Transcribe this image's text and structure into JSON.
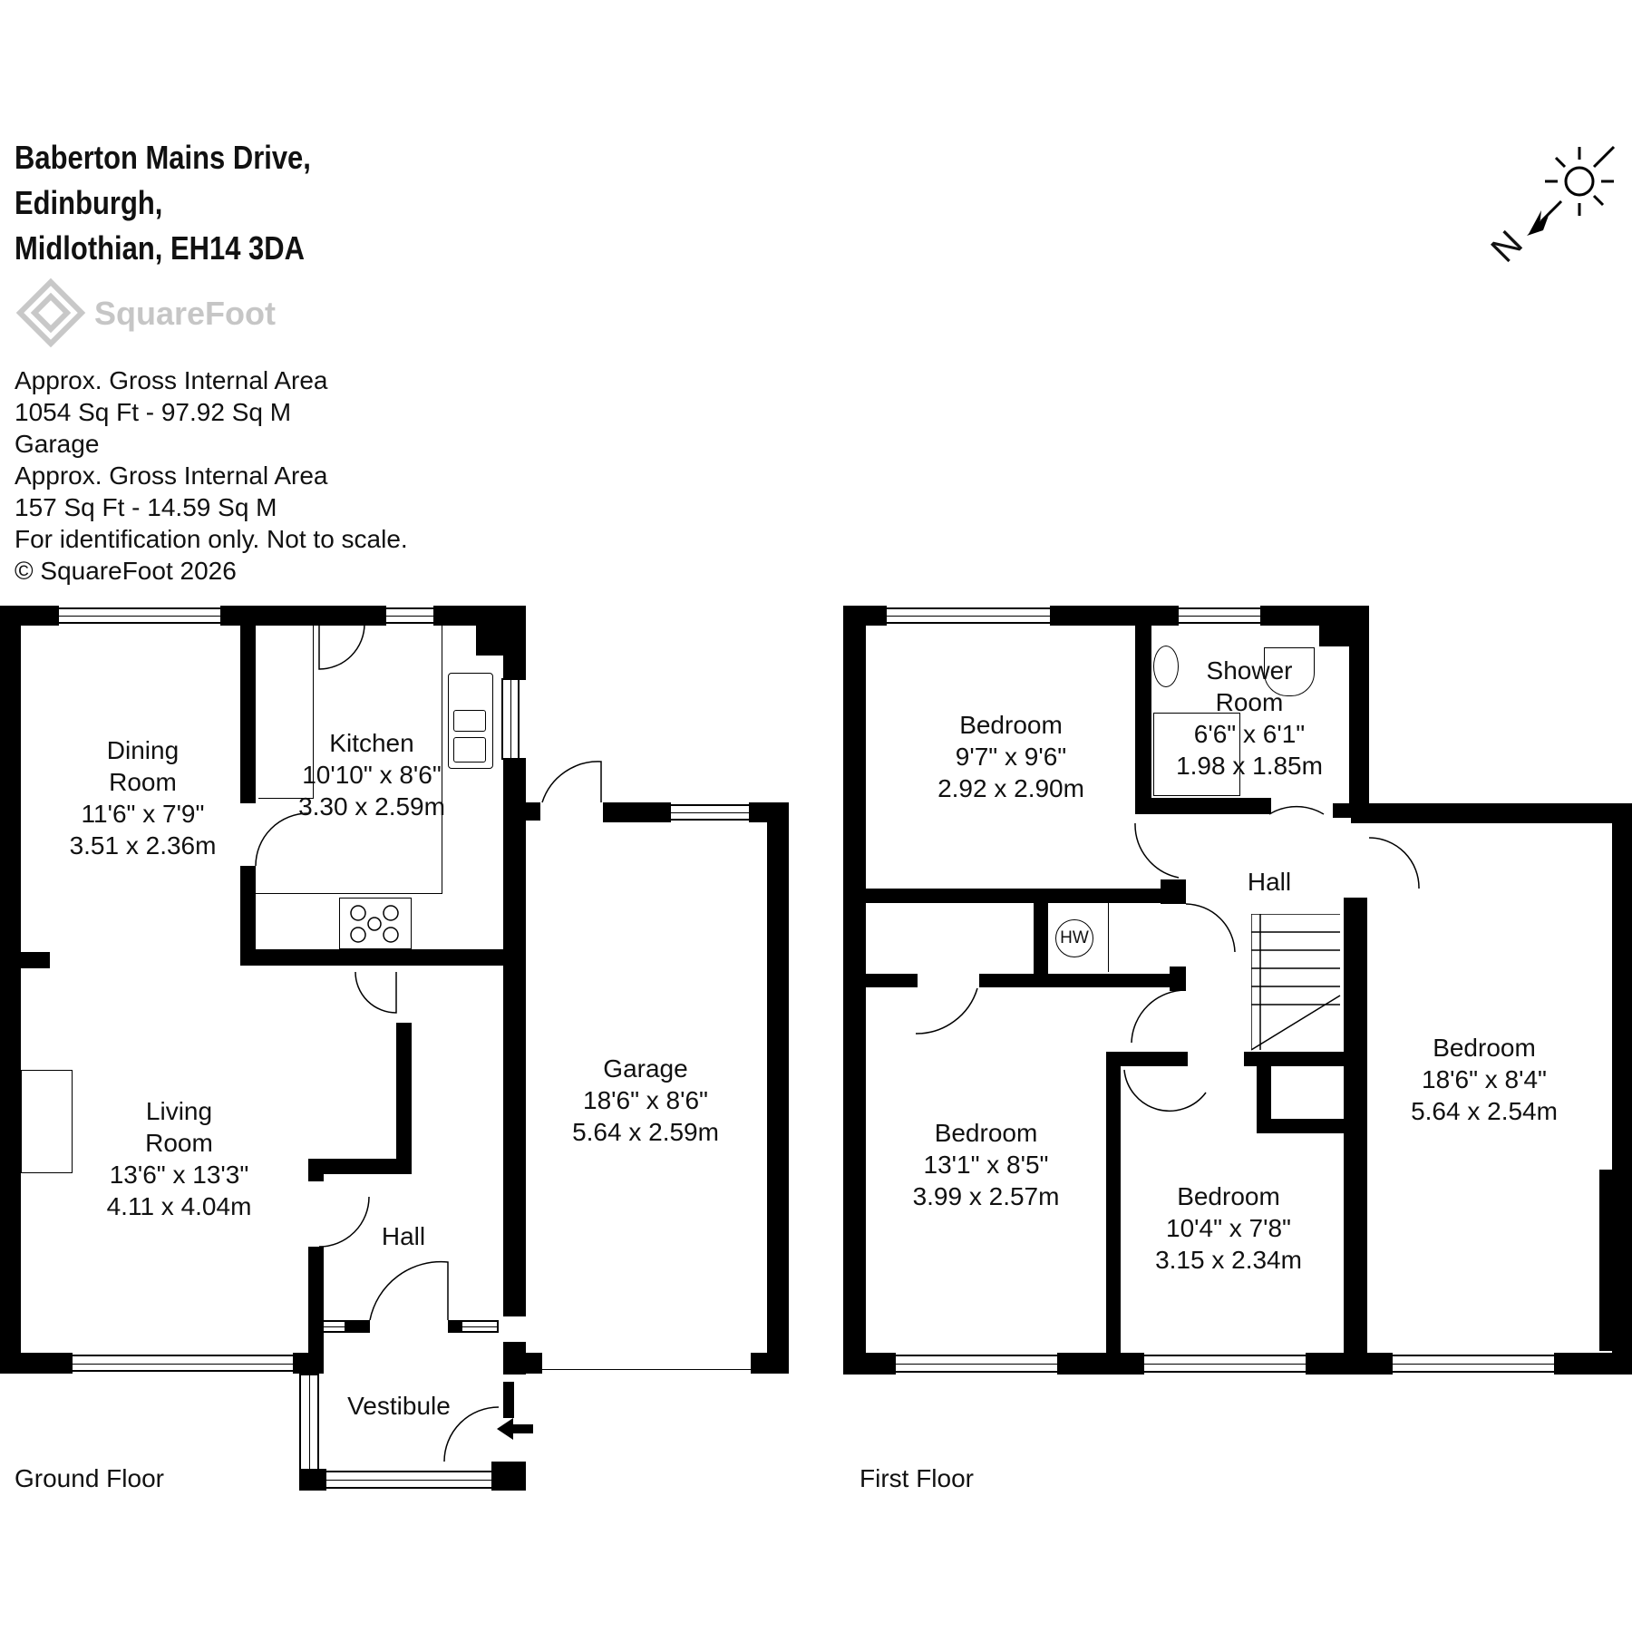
{
  "header": {
    "address_line1": "Baberton Mains Drive,",
    "address_line2": "Edinburgh,",
    "address_line3": "Midlothian, EH14 3DA"
  },
  "logo": {
    "text": "SquareFoot",
    "icon": "squarefoot-logo-icon"
  },
  "info": [
    "Approx. Gross Internal Area",
    "1054 Sq Ft  -  97.92 Sq M",
    "Garage",
    "Approx. Gross Internal Area",
    "157 Sq Ft  -  14.59 Sq M",
    "For identification only. Not to scale.",
    "© SquareFoot 2026"
  ],
  "compass": {
    "label": "N",
    "icon": "sun-north-compass-icon"
  },
  "ground_floor": {
    "label": "Ground Floor",
    "rooms": {
      "dining": {
        "name1": "Dining",
        "name2": "Room",
        "imperial": "11'6\" x 7'9\"",
        "metric": "3.51 x 2.36m"
      },
      "kitchen": {
        "name1": "Kitchen",
        "imperial": "10'10\" x 8'6\"",
        "metric": "3.30 x 2.59m"
      },
      "living": {
        "name1": "Living",
        "name2": "Room",
        "imperial": "13'6\" x 13'3\"",
        "metric": "4.11 x 4.04m"
      },
      "hall": {
        "name1": "Hall"
      },
      "vestibule": {
        "name1": "Vestibule"
      },
      "garage": {
        "name1": "Garage",
        "imperial": "18'6\" x 8'6\"",
        "metric": "5.64 x 2.59m"
      }
    }
  },
  "first_floor": {
    "label": "First Floor",
    "rooms": {
      "bedroom_front": {
        "name1": "Bedroom",
        "imperial": "9'7\" x 9'6\"",
        "metric": "2.92 x 2.90m"
      },
      "shower": {
        "name1": "Shower",
        "name2": "Room",
        "imperial": "6'6\" x 6'1\"",
        "metric": "1.98 x 1.85m"
      },
      "hall": {
        "name1": "Hall"
      },
      "cupboard": {
        "name1": "HW"
      },
      "bedroom_left": {
        "name1": "Bedroom",
        "imperial": "13'1\" x 8'5\"",
        "metric": "3.99 x 2.57m"
      },
      "bedroom_mid": {
        "name1": "Bedroom",
        "imperial": "10'4\" x 7'8\"",
        "metric": "3.15 x 2.34m"
      },
      "bedroom_right": {
        "name1": "Bedroom",
        "imperial": "18'6\" x 8'4\"",
        "metric": "5.64 x 2.54m"
      }
    }
  }
}
